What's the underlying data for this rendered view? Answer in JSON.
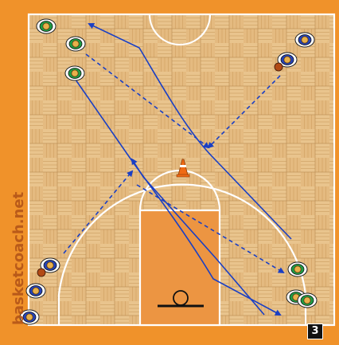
{
  "watermark": "basketcoach.net",
  "frame_number": "3",
  "colors": {
    "border": "#f0922a",
    "floor_light": "#e9c48d",
    "floor_dark": "#d9a668",
    "paint": "#ec9542",
    "lines": "#ffffff",
    "pass_arrow": "#1a3fc4",
    "run_arrow": "#1a3fc4",
    "team_green": "#1f9d45",
    "team_blue": "#2442b8",
    "ball": "#b24a16",
    "cone": "#f06a14"
  },
  "icons": {
    "player": "player-icon",
    "ball": "ball-icon",
    "cone": "cone-icon",
    "basket": "basket-icon"
  },
  "players": [
    {
      "team": "green",
      "has_ball": false
    },
    {
      "team": "green",
      "has_ball": false
    },
    {
      "team": "green",
      "has_ball": false
    },
    {
      "team": "blue",
      "has_ball": false
    },
    {
      "team": "blue",
      "has_ball": true
    },
    {
      "team": "blue",
      "has_ball": true
    },
    {
      "team": "blue",
      "has_ball": false
    },
    {
      "team": "blue",
      "has_ball": false
    },
    {
      "team": "green",
      "has_ball": false
    },
    {
      "team": "green",
      "has_ball": false
    },
    {
      "team": "green",
      "has_ball": false
    }
  ]
}
